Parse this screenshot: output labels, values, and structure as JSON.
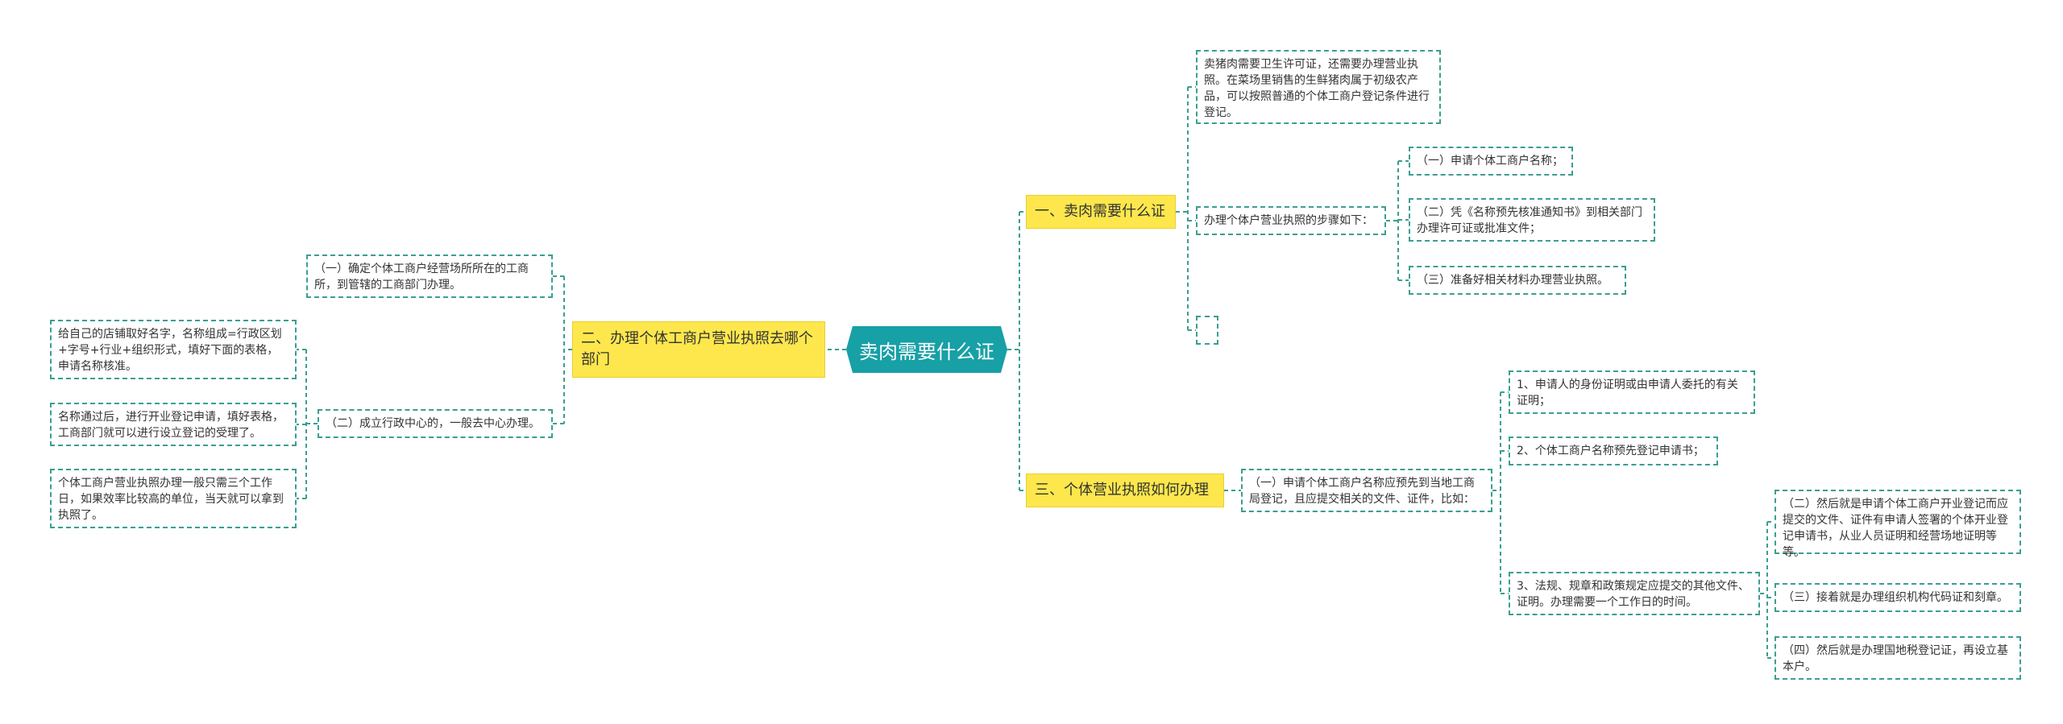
{
  "root": "卖肉需要什么证",
  "topics": {
    "t1": "一、卖肉需要什么证",
    "t2": "二、办理个体工商户营业执照去哪个部门",
    "t3": "三、个体营业执照如何办理"
  },
  "t1": {
    "a": "卖猪肉需要卫生许可证，还需要办理营业执照。在菜场里销售的生鲜猪肉属于初级农产品，可以按照普通的个体工商户登记条件进行登记。",
    "b": "办理个体户营业执照的步骤如下：",
    "b1": "（一）申请个体工商户名称；",
    "b2": "（二）凭《名称预先核准通知书》到相关部门办理许可证或批准文件；",
    "b3": "（三）准备好相关材料办理营业执照。",
    "c": ""
  },
  "t2": {
    "a": "（一）确定个体工商户经营场所所在的工商所，到管辖的工商部门办理。",
    "b": "（二）成立行政中心的，一般去中心办理。",
    "b1": "给自己的店铺取好名字，名称组成=行政区划+字号+行业+组织形式，填好下面的表格，申请名称核准。",
    "b2": "名称通过后，进行开业登记申请，填好表格，工商部门就可以进行设立登记的受理了。",
    "b3": "个体工商户营业执照办理一般只需三个工作日，如果效率比较高的单位，当天就可以拿到执照了。"
  },
  "t3": {
    "a": "（一）申请个体工商户名称应预先到当地工商局登记，且应提交相关的文件、证件，比如：",
    "a1": "1、申请人的身份证明或由申请人委托的有关证明；",
    "a2": "2、个体工商户名称预先登记申请书；",
    "a3": "3、法规、规章和政策规定应提交的其他文件、证明。办理需要一个工作日的时间。",
    "a3a": "（二）然后就是申请个体工商户开业登记而应提交的文件、证件有申请人签署的个体开业登记申请书，从业人员证明和经营场地证明等等。",
    "a3b": "（三）接着就是办理组织机构代码证和刻章。",
    "a3c": "（四）然后就是办理国地税登记证，再设立基本户。"
  },
  "colors": {
    "root": "#17a0a6",
    "topic": "#fde74c",
    "line": "#3a9f90"
  }
}
